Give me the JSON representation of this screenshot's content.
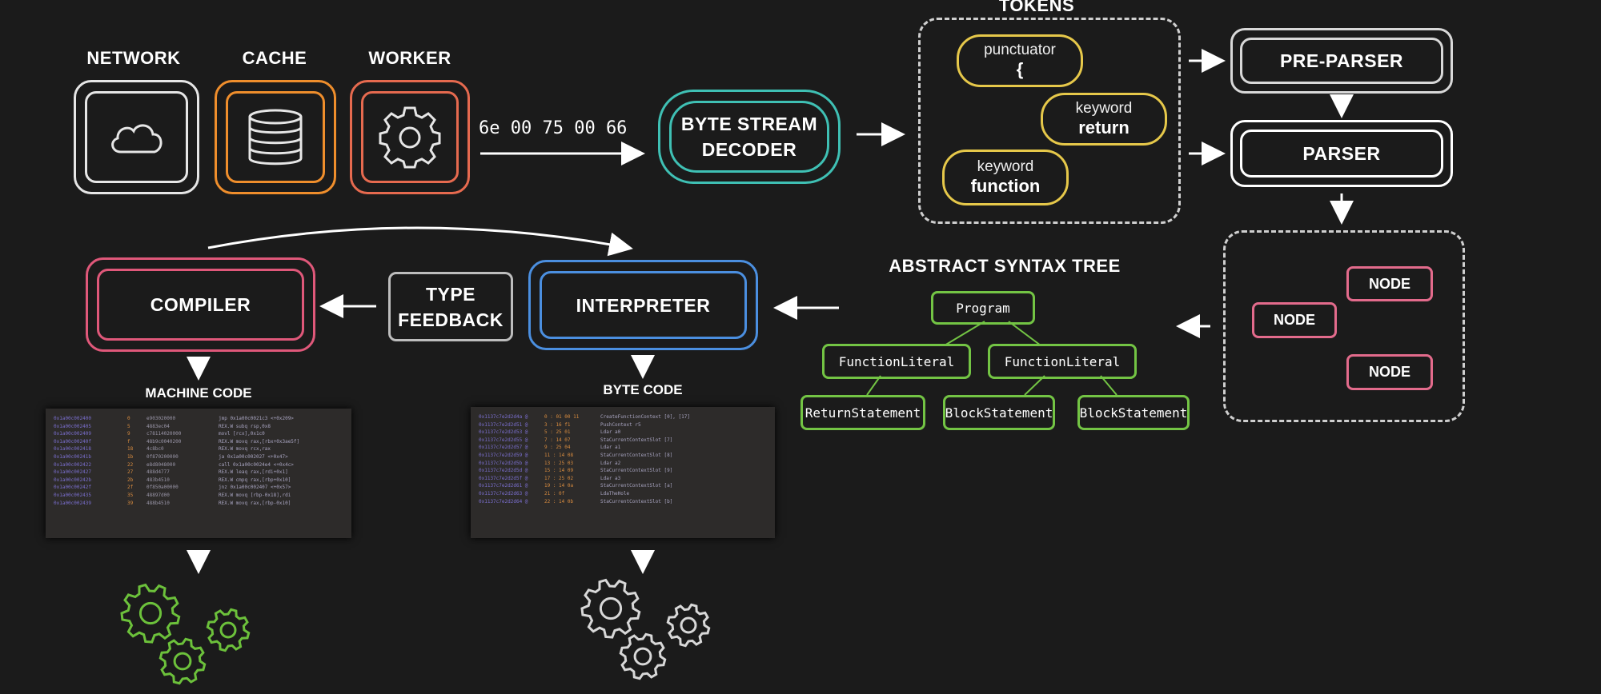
{
  "sources": [
    {
      "label": "NETWORK",
      "icon": "cloud-icon",
      "color": "#e6e6e6"
    },
    {
      "label": "CACHE",
      "icon": "database-icon",
      "color": "#ef8e2c"
    },
    {
      "label": "WORKER",
      "icon": "gear-icon",
      "color": "#e66a4f"
    }
  ],
  "byte_stream": "6e 00 75 00 66",
  "decoder": {
    "line1": "BYTE STREAM",
    "line2": "DECODER",
    "color": "#3fc0b4"
  },
  "tokens": {
    "title": "TOKENS",
    "items": [
      {
        "kind": "punctuator",
        "value": "{"
      },
      {
        "kind": "keyword",
        "value": "return"
      },
      {
        "kind": "keyword",
        "value": "function"
      }
    ],
    "color": "#e6c84a"
  },
  "pre_parser": "PRE-PARSER",
  "parser": "PARSER",
  "nodes": [
    "NODE",
    "NODE",
    "NODE"
  ],
  "ast": {
    "title": "ABSTRACT SYNTAX TREE",
    "root": "Program",
    "level1": [
      "FunctionLiteral",
      "FunctionLiteral"
    ],
    "level2": [
      "ReturnStatement",
      "BlockStatement",
      "BlockStatement"
    ],
    "color": "#73c444"
  },
  "interpreter": {
    "label": "INTERPRETER",
    "color": "#4b8fe0"
  },
  "type_feedback": {
    "line1": "TYPE",
    "line2": "FEEDBACK"
  },
  "compiler": {
    "label": "COMPILER",
    "color": "#e0587a"
  },
  "machine_code": {
    "title": "MACHINE CODE",
    "rows": [
      [
        "0x1a00c002400",
        "0",
        "e903020000",
        "jmp 0x1a00c0021c3  <+0x209>"
      ],
      [
        "0x1a00c002405",
        "5",
        "4883ec04",
        "REX.W subq rsp,0x8"
      ],
      [
        "0x1a00c002409",
        "9",
        "c78114020000",
        "movl [rcx],0x1c0"
      ],
      [
        "0x1a00c00240f",
        "f",
        "48b9c0040200",
        "REX.W movq rax,[rbx+0x3ae5f]"
      ],
      [
        "0x1a00c002418",
        "18",
        "4c8bc0",
        "REX.W movq rcx,rax"
      ],
      [
        "0x1a00c00241b",
        "1b",
        "0f870200000",
        "ja 0x1a00c002027  <+0x47>"
      ],
      [
        "0x1a00c002422",
        "22",
        "e8d8048000",
        "call 0x1a00c0024e4  <+0x4c>"
      ],
      [
        "0x1a00c002427",
        "27",
        "488d4777",
        "REX.W leaq rax,[rdi+0x1]"
      ],
      [
        "0x1a00c00242b",
        "2b",
        "483b4510",
        "REX.W cmpq rax,[rbp+0x10]"
      ],
      [
        "0x1a00c00242f",
        "2f",
        "0f850a00000",
        "jnz 0x1a00c002407  <+0x57>"
      ],
      [
        "0x1a00c002435",
        "35",
        "48897d00",
        "REX.W movq [rbp-0x18],rdi"
      ],
      [
        "0x1a00c002439",
        "39",
        "488b4510",
        "REX.W movq rax,[rbp-0x10]"
      ]
    ]
  },
  "byte_code": {
    "title": "BYTE CODE",
    "rows": [
      [
        "0x1137c7e2d2d4a @",
        "0 : 01 00 11",
        "CreateFunctionContext [0], [17]"
      ],
      [
        "0x1137c7e2d2d51 @",
        "3 : 16 f1",
        "PushContext r5"
      ],
      [
        "0x1137c7e2d2d53 @",
        "5 : 25 01",
        "Ldar a0"
      ],
      [
        "0x1137c7e2d2d55 @",
        "7 : 14 07",
        "StaCurrentContextSlot [7]"
      ],
      [
        "0x1137c7e2d2d57 @",
        "9 : 25 04",
        "Ldar a1"
      ],
      [
        "0x1137c7e2d2d59 @",
        "11 : 14 08",
        "StaCurrentContextSlot [8]"
      ],
      [
        "0x1137c7e2d2d5b @",
        "13 : 25 03",
        "Ldar a2"
      ],
      [
        "0x1137c7e2d2d5d @",
        "15 : 14 09",
        "StaCurrentContextSlot [9]"
      ],
      [
        "0x1137c7e2d2d5f @",
        "17 : 25 02",
        "Ldar a3"
      ],
      [
        "0x1137c7e2d2d61 @",
        "19 : 14 0a",
        "StaCurrentContextSlot [a]"
      ],
      [
        "0x1137c7e2d2d63 @",
        "21 : 0f",
        "LdaTheHole"
      ],
      [
        "0x1137c7e2d2d64 @",
        "22 : 14 0b",
        "StaCurrentContextSlot [b]"
      ]
    ]
  },
  "execution_gears": [
    {
      "icon": "gears-icon",
      "color": "#6cc13b"
    },
    {
      "icon": "gears-icon",
      "color": "#d8d8d8"
    }
  ]
}
